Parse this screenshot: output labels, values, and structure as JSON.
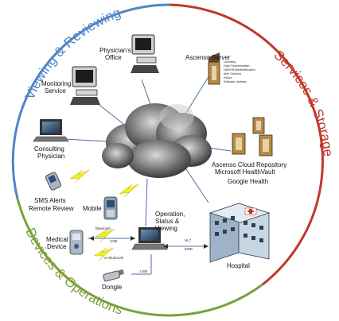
{
  "ring": {
    "viewing_reviewing": "Viewing & Reviewing",
    "services_storage": "Services & Storage",
    "devices_operations": "Devices & Operations",
    "colors": {
      "viewing": "#4f86c6",
      "services": "#c0392b",
      "devices": "#7aa23a"
    }
  },
  "nodes": {
    "physicians_office": [
      "Physician's",
      "Office"
    ],
    "ascenso_server": "Ascenso Server",
    "server_list": [
      "Licensing",
      "Data Transformation",
      "DB/EHR/AlertNotification",
      "Alert Shortcut",
      "eStore",
      "Software Updates"
    ],
    "monitoring_service": [
      "Monitoring",
      "Service"
    ],
    "consulting_physician": [
      "Consulting",
      "Physician"
    ],
    "repository": [
      "Ascenso Cloud Repository",
      "Microsoft HealthVault",
      "Google Health"
    ],
    "sms_alerts": [
      "SMS Alerts",
      "Remote Review"
    ],
    "mobile": "Mobile",
    "operation": [
      "Operation,",
      "Status &",
      "Viewing"
    ],
    "medical_device": [
      "Medical",
      "Device"
    ],
    "hospital": "Hospital",
    "dongle": "Dongle"
  },
  "links": {
    "usb": "USB",
    "bluetooth": "Bluetooth",
    "or_bluetooth": "or Bluetooth",
    "usb2": "USB",
    "hl7": "HL7",
    "emr": "EMR"
  }
}
